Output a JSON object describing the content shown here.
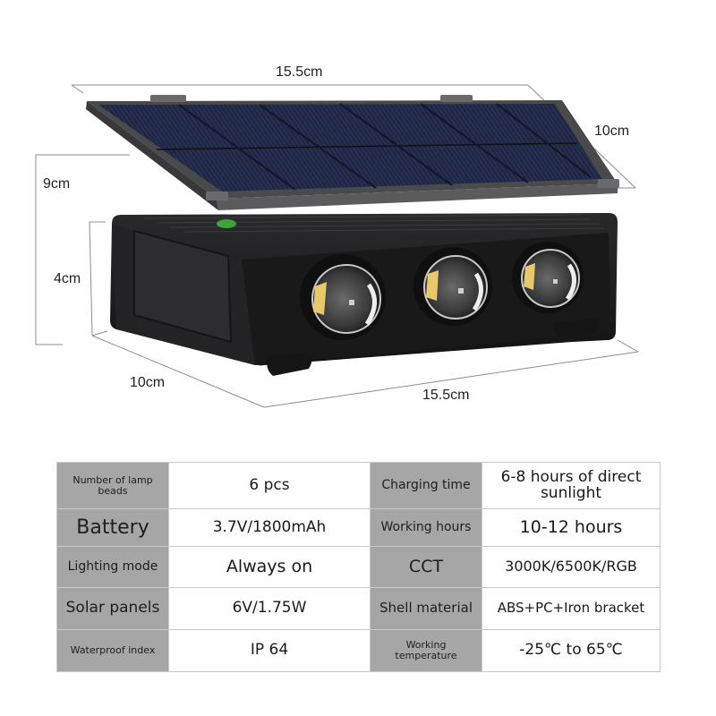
{
  "dimensions": {
    "top_width": "15.5cm",
    "panel_depth": "10cm",
    "total_height": "9cm",
    "body_height": "4cm",
    "body_depth": "10cm",
    "bottom_width": "15.5cm"
  },
  "product": {
    "name": "solar-wall-light",
    "lens_count": 3,
    "colors": {
      "body": "#1c1c1e",
      "panel_cells": "#1e2440",
      "panel_frame": "#4a4a4c",
      "button": "#3fa33a",
      "led_warm": "#e8c96a"
    }
  },
  "specs": {
    "rows": [
      {
        "left_key": "Number of lamp beads",
        "left_value": "6 pcs",
        "right_key": "Charging time",
        "right_value": "6-8 hours of direct sunlight"
      },
      {
        "left_key": "Battery",
        "left_value": "3.7V/1800mAh",
        "right_key": "Working hours",
        "right_value": "10-12 hours"
      },
      {
        "left_key": "Lighting mode",
        "left_value": "Always on",
        "right_key": "CCT",
        "right_value": "3000K/6500K/RGB"
      },
      {
        "left_key": "Solar panels",
        "left_value": "6V/1.75W",
        "right_key": "Shell material",
        "right_value": "ABS+PC+Iron bracket"
      },
      {
        "left_key": "Waterproof index",
        "left_value": "IP 64",
        "right_key": "Working temperature",
        "right_value": "-25℃ to 65℃"
      }
    ],
    "colors": {
      "key_bg": "#a6a6a6",
      "value_bg": "#ffffff",
      "border": "#c9c9c9",
      "outer_border": "#8a8a8a"
    }
  }
}
